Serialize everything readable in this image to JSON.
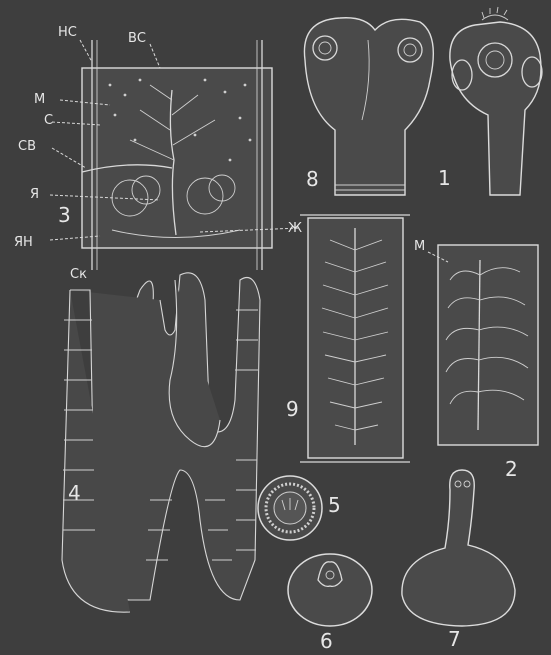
{
  "labels": {
    "nc": "НС",
    "bc": "ВС",
    "m": "М",
    "c": "С",
    "cb": "СВ",
    "ya": "Я",
    "yan": "ЯН",
    "zh": "Ж",
    "ck": "Ск",
    "m2": "М"
  },
  "figures": {
    "f1": "1",
    "f2": "2",
    "f3": "3",
    "f4": "4",
    "f5": "5",
    "f6": "6",
    "f7": "7",
    "f8": "8",
    "f9": "9"
  }
}
